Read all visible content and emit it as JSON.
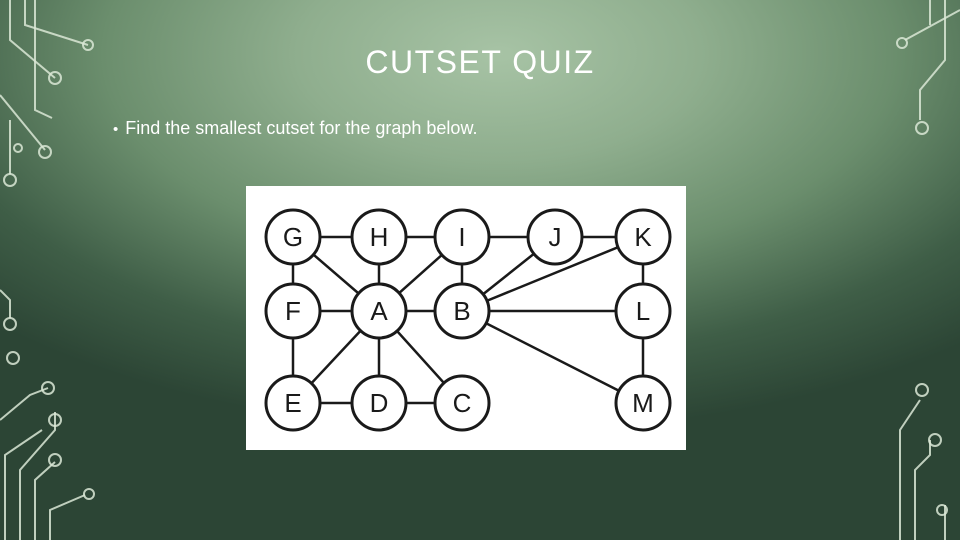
{
  "slide": {
    "title": "CUTSET QUIZ",
    "bullet": "Find the smallest cutset for the graph below."
  },
  "graph": {
    "nodes": [
      {
        "id": "G",
        "label": "G",
        "row": 0,
        "col": 0
      },
      {
        "id": "H",
        "label": "H",
        "row": 0,
        "col": 1
      },
      {
        "id": "I",
        "label": "I",
        "row": 0,
        "col": 2
      },
      {
        "id": "J",
        "label": "J",
        "row": 0,
        "col": 3
      },
      {
        "id": "K",
        "label": "K",
        "row": 0,
        "col": 4
      },
      {
        "id": "F",
        "label": "F",
        "row": 1,
        "col": 0
      },
      {
        "id": "A",
        "label": "A",
        "row": 1,
        "col": 1
      },
      {
        "id": "B",
        "label": "B",
        "row": 1,
        "col": 2
      },
      {
        "id": "L",
        "label": "L",
        "row": 1,
        "col": 4
      },
      {
        "id": "E",
        "label": "E",
        "row": 2,
        "col": 0
      },
      {
        "id": "D",
        "label": "D",
        "row": 2,
        "col": 1
      },
      {
        "id": "C",
        "label": "C",
        "row": 2,
        "col": 2
      },
      {
        "id": "M",
        "label": "M",
        "row": 2,
        "col": 4
      }
    ],
    "edges": [
      [
        "G",
        "H"
      ],
      [
        "H",
        "I"
      ],
      [
        "I",
        "J"
      ],
      [
        "J",
        "K"
      ],
      [
        "G",
        "F"
      ],
      [
        "G",
        "A"
      ],
      [
        "H",
        "A"
      ],
      [
        "I",
        "A"
      ],
      [
        "I",
        "B"
      ],
      [
        "F",
        "A"
      ],
      [
        "A",
        "B"
      ],
      [
        "F",
        "E"
      ],
      [
        "A",
        "E"
      ],
      [
        "A",
        "D"
      ],
      [
        "A",
        "C"
      ],
      [
        "D",
        "E"
      ],
      [
        "D",
        "C"
      ],
      [
        "B",
        "J"
      ],
      [
        "B",
        "K"
      ],
      [
        "B",
        "L"
      ],
      [
        "B",
        "M"
      ],
      [
        "K",
        "L"
      ],
      [
        "L",
        "M"
      ]
    ]
  },
  "colors": {
    "text": "#ffffff",
    "node_stroke": "#1a1a1a",
    "panel": "#ffffff"
  }
}
